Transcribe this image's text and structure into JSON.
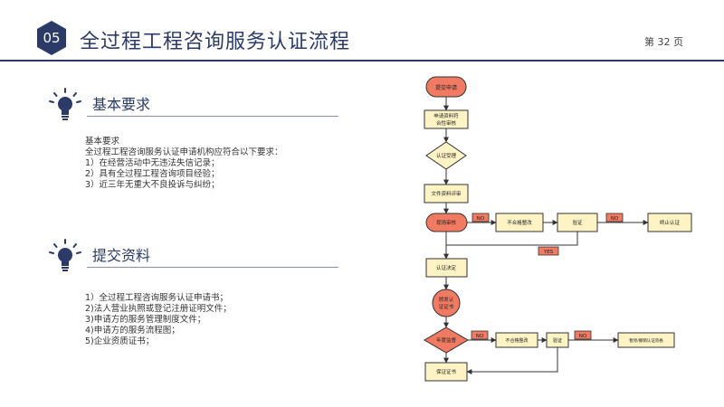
{
  "header": {
    "section_number": "05",
    "title": "全过程工程咨询服务认证流程",
    "page_label": "第 32 页",
    "accent_color": "#2b3a67"
  },
  "basic": {
    "heading": "基本要求",
    "lines": [
      "基本要求",
      "全过程工程咨询服务认证申请机构应符合以下要求：",
      "1）在经营活动中无违法失信记录；",
      "2）具有全过程工程咨询项目经验；",
      "3）近三年无重大不良投诉与纠纷；"
    ]
  },
  "submit": {
    "heading": "提交资料",
    "lines": [
      "1）全过程工程咨询服务认证申请书；",
      "2)法人营业执照或登记注册证明文件；",
      "3)申请方的服务管理制度文件；",
      "4)申请方的服务流程图；",
      "5)企业资质证书；"
    ]
  },
  "flowchart": {
    "colors": {
      "terminal": "#f07a62",
      "process": "#fdf3c4",
      "stroke": "#333333",
      "label_bg": "#f07a62"
    },
    "nodes": {
      "n1": "提交申请",
      "n2a": "申请资料符",
      "n2b": "合性审核",
      "n3": "认证受理",
      "n4": "文件资料评审",
      "n5": "现场审核",
      "n6": "不合格整改",
      "n7": "验证",
      "n8": "终止认证",
      "n9": "认证决定",
      "n10a": "颁发认",
      "n10b": "证证书",
      "n11": "年度监督",
      "n12": "不合格整改",
      "n13": "验证",
      "n14": "暂停/撤销认证资格",
      "n15": "保证证书"
    },
    "labels": {
      "no1": "NO",
      "no2": "NO",
      "yes1": "YES",
      "no3": "NO",
      "no4": "NO"
    }
  }
}
